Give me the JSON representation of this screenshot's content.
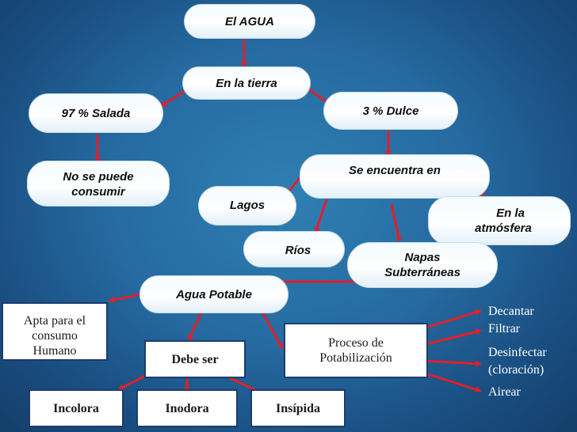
{
  "nodes": {
    "el_agua": "El AGUA",
    "en_la_tierra": "En la tierra",
    "salada": "97 % Salada",
    "dulce": "3 % Dulce",
    "no_se_puede_line1": "No se puede",
    "no_se_puede_line2": "consumir",
    "se_encuentra": "Se encuentra  en",
    "lagos": "Lagos",
    "rios": "Ríos",
    "atmosfera_line1": "En la",
    "atmosfera_line2": "atmósfera",
    "napas_line1": "Napas",
    "napas_line2": "Subterráneas",
    "agua_potable": "Agua Potable",
    "apta_line1": "Apta para el",
    "apta_line2": "consumo",
    "apta_line3": "Humano",
    "debe_ser": "Debe ser",
    "proceso_line1": "Proceso de",
    "proceso_line2": "Potabilización",
    "incolora": "Incolora",
    "inodora": "Inodora",
    "insipida": "Insípida"
  },
  "steps": [
    "Decantar",
    "Filtrar",
    "Desinfectar",
    "(cloración)",
    "Airear"
  ],
  "colors": {
    "arrow": "#e0202a",
    "background": "#256aa0",
    "box_border": "#1c3c6e"
  }
}
